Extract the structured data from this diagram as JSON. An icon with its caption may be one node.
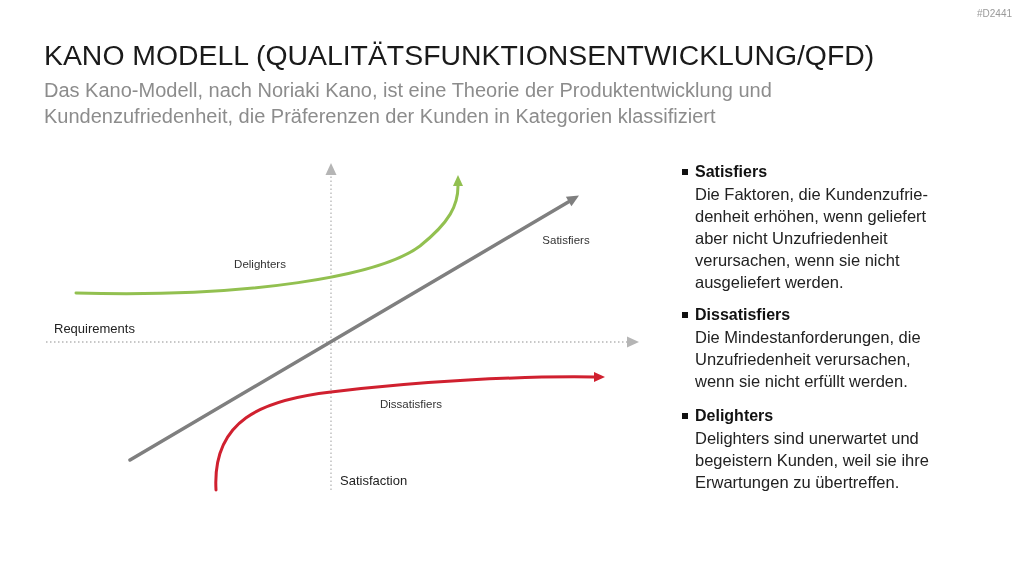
{
  "diagram": {
    "title": "KANO MODELL (QUALITÄTSFUNKTIONSENTWICKLUNG/QFD)",
    "labels": [
      "#D2441",
      "Das Kano-Modell, nach Noriaki Kano, ist eine Theorie der Produktentwicklung und Kundenzufriedenheit, die Präferenzen der Kunden in Kategorien klassifiziert",
      "Satisfiers",
      "Delighters",
      "Requirements",
      "Dissatisfiers",
      "Satisfaction",
      "Satisfiers",
      "Die Faktoren, die Kundenzufrie-denheit erhöhen, wenn geliefert aber nicht Unzufriedenheit verursachen, wenn sie nicht ausgeliefert werden.",
      "Dissatisfiers",
      "Die Mindestanforderungen, die Unzufriedenheit verursachen, wenn sie nicht erfüllt werden.",
      "Delighters",
      "Delighters sind unerwartet und begeistern Kunden, weil sie ihre Erwartungen zu übertreffen."
    ]
  }
}
